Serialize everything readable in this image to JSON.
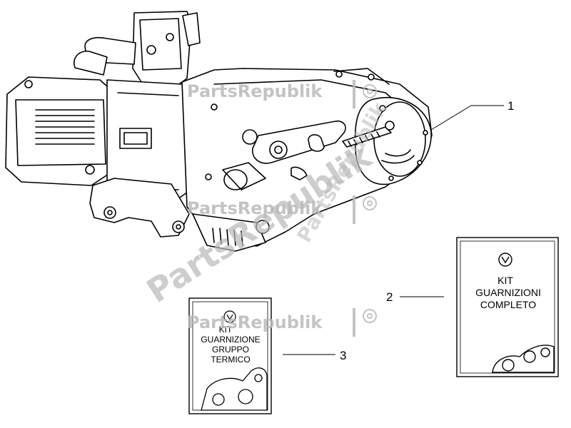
{
  "diagram": {
    "parts": [
      {
        "number": "1",
        "name": "engine-assembly"
      },
      {
        "number": "2",
        "kit_lines": [
          "KIT",
          "GUARNIZIONI",
          "COMPLETO"
        ]
      },
      {
        "number": "3",
        "kit_lines": [
          "KIT",
          "GUARNIZIONE",
          "GRUPPO",
          "TERMICO"
        ]
      }
    ]
  },
  "watermark": {
    "text": "PartsRepublik",
    "color": "#b9b9b9",
    "icon": "gear-icon"
  },
  "colors": {
    "line": "#000000",
    "background": "#ffffff"
  }
}
